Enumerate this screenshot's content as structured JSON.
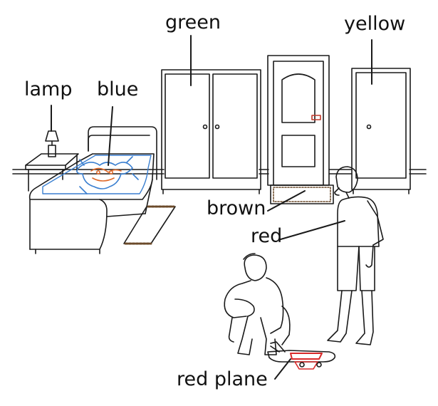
{
  "labels": {
    "lamp": "lamp",
    "blue": "blue",
    "green": "green",
    "yellow": "yellow",
    "brown": "brown",
    "red": "red",
    "red_plane": "red plane"
  },
  "colors": {
    "line": "#1a1a1a",
    "blanket": "#3a7fd0",
    "blanket_pattern": "#e06a2a",
    "rug_stripe": "#6b4a2a",
    "plane": "#d92a2a",
    "handle": "#c0392b"
  }
}
